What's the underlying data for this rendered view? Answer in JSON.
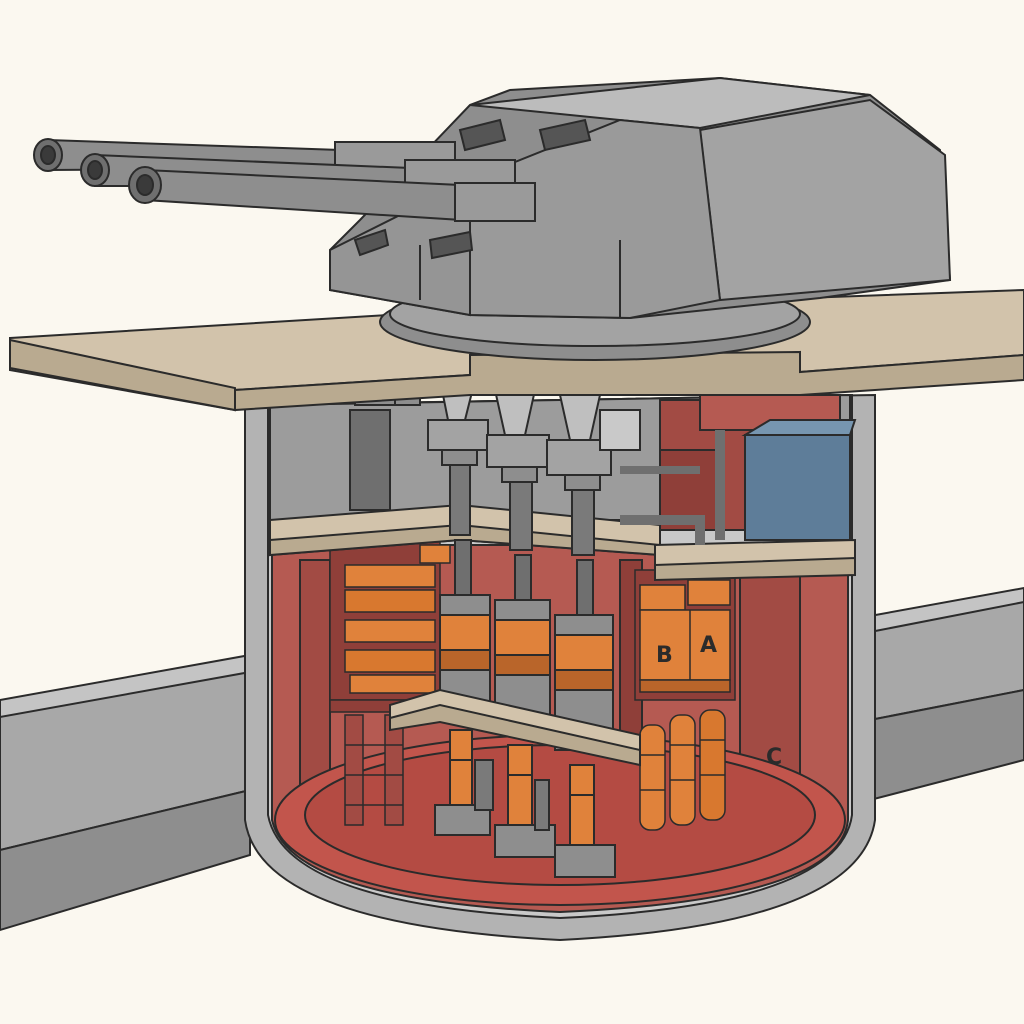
{
  "labels": {
    "a": "A",
    "b": "B",
    "c": "C"
  },
  "colors": {
    "background": "#fbf8f0",
    "outline": "#2b2b2b",
    "turret_light": "#a3a3a3",
    "turret_mid": "#8e8e8e",
    "turret_dark": "#6f6f6f",
    "deck": "#d2c3ab",
    "deck_edge": "#b9aa90",
    "magazine_wall": "#b55a52",
    "magazine_dark": "#8f3f39",
    "floor": "#c2554c",
    "shell_orange": "#e0823b",
    "shell_dark": "#b9652a",
    "steel_grey": "#8a8a8a",
    "cabinet_blue": "#5e7d99",
    "hull_grey": "#b3b3b3"
  }
}
